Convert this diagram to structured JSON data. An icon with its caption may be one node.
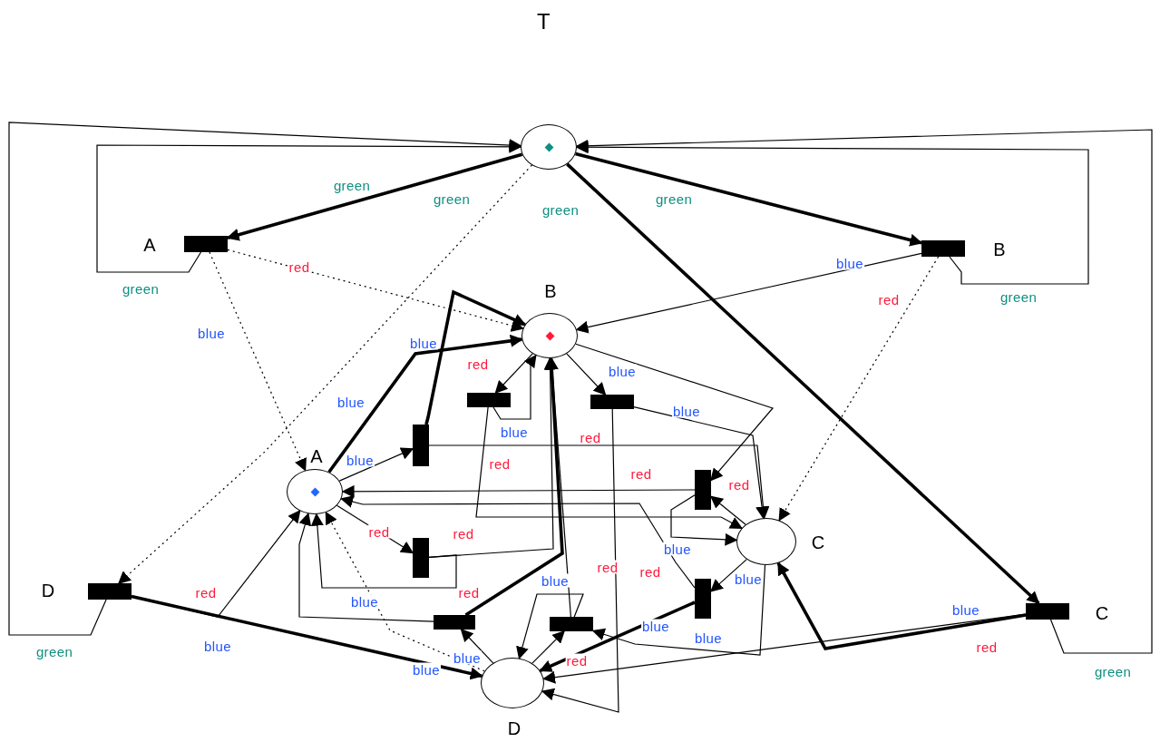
{
  "diagram": {
    "title": "T",
    "nodes": [
      {
        "text": [],
        "shape": "circle"
      },
      {
        "text": [],
        "shape": "bar",
        "beside": [
          "A"
        ]
      },
      {
        "text": [],
        "shape": "bar",
        "beside": [
          "B"
        ]
      },
      {
        "text": [],
        "shape": "circle",
        "beside": [
          "B"
        ]
      },
      {
        "text": [],
        "shape": "circle",
        "beside": [
          "A"
        ]
      },
      {
        "text": [],
        "shape": "circle",
        "beside": [
          "C"
        ]
      },
      {
        "text": [],
        "shape": "circle",
        "beside": [
          "D"
        ]
      },
      {
        "text": [],
        "shape": "bar",
        "beside": [
          "D"
        ]
      },
      {
        "text": [],
        "shape": "bar",
        "beside": [
          "C"
        ]
      },
      {
        "text": [],
        "shape": "bar"
      },
      {
        "text": [],
        "shape": "bar"
      },
      {
        "text": [],
        "shape": "bar"
      },
      {
        "text": [],
        "shape": "bar"
      },
      {
        "text": [],
        "shape": "bar"
      },
      {
        "text": [],
        "shape": "bar"
      },
      {
        "text": [],
        "shape": "bar"
      },
      {
        "text": [],
        "shape": "bar"
      }
    ],
    "edges": [
      {
        "from": 1,
        "to": 0,
        "arrow": "to",
        "label": "green"
      },
      {
        "from": 0,
        "to": 1,
        "arrow": "to",
        "label": "green",
        "style": "thick"
      },
      {
        "from": 7,
        "to": 0,
        "arrow": "to",
        "label": "green"
      },
      {
        "from": 0,
        "to": 7,
        "arrow": "to",
        "label": "green",
        "style": "dashed"
      },
      {
        "from": 0,
        "to": 8,
        "arrow": "to",
        "label": "green",
        "style": "thick"
      },
      {
        "from": 0,
        "to": 2,
        "arrow": "to",
        "label": "green",
        "style": "thick"
      },
      {
        "from": 2,
        "to": 0,
        "arrow": "to",
        "label": "green"
      },
      {
        "from": 8,
        "to": 0,
        "arrow": "to",
        "label": "green"
      },
      {
        "from": 1,
        "to": 4,
        "arrow": "to",
        "label": "blue",
        "style": "dashed"
      },
      {
        "from": 1,
        "to": 3,
        "arrow": "to",
        "label": "red",
        "style": "dashed"
      },
      {
        "from": 2,
        "to": 3,
        "arrow": "to",
        "label": "blue"
      },
      {
        "from": 2,
        "to": 5,
        "arrow": "to",
        "label": "red",
        "style": "dashed"
      },
      {
        "from": 7,
        "to": 4,
        "arrow": "to",
        "label": "red"
      },
      {
        "from": 7,
        "to": 6,
        "arrow": "to",
        "label": "blue",
        "style": "thick"
      },
      {
        "from": 8,
        "to": 5,
        "arrow": "to",
        "label": "blue",
        "style": "thick"
      },
      {
        "from": 8,
        "to": 6,
        "arrow": "to",
        "label": "red"
      },
      {
        "from": 4,
        "to": 11,
        "arrow": "to",
        "label": "blue"
      },
      {
        "from": 11,
        "to": 3,
        "arrow": "to",
        "label": "blue",
        "style": "thick"
      },
      {
        "from": 4,
        "to": 3,
        "arrow": "to",
        "label": "blue",
        "style": "thick"
      },
      {
        "from": 3,
        "to": 9,
        "arrow": "to",
        "label": "red"
      },
      {
        "from": 9,
        "to": 3,
        "arrow": "to",
        "label": "blue"
      },
      {
        "from": 3,
        "to": 10,
        "arrow": "to",
        "label": "blue"
      },
      {
        "from": 10,
        "to": 5,
        "arrow": "to",
        "label": "blue"
      },
      {
        "from": 3,
        "to": 12,
        "arrow": "to"
      },
      {
        "from": 11,
        "to": 5,
        "arrow": "to",
        "label": "red"
      },
      {
        "from": 9,
        "to": 5,
        "arrow": "to",
        "label": "red"
      },
      {
        "from": 10,
        "to": 6,
        "arrow": "to",
        "label": "red"
      },
      {
        "from": 12,
        "to": 4,
        "arrow": "to",
        "label": "red"
      },
      {
        "from": 5,
        "to": 12,
        "arrow": "to",
        "label": "red"
      },
      {
        "from": 12,
        "to": 5,
        "arrow": "to",
        "label": "blue"
      },
      {
        "from": 4,
        "to": 13,
        "arrow": "to",
        "label": "red"
      },
      {
        "from": 13,
        "to": 3,
        "arrow": "to",
        "label": "red"
      },
      {
        "from": 13,
        "to": 4,
        "arrow": "to",
        "label": "red"
      },
      {
        "from": 15,
        "to": 4,
        "arrow": "to",
        "label": "blue"
      },
      {
        "from": 6,
        "to": 15,
        "arrow": "to",
        "label": "blue"
      },
      {
        "from": 15,
        "to": 3,
        "arrow": "to",
        "style": "thick"
      },
      {
        "from": 16,
        "to": 3,
        "arrow": "to"
      },
      {
        "from": 6,
        "to": 16,
        "arrow": "to",
        "label": "red"
      },
      {
        "from": 16,
        "to": 6,
        "arrow": "to",
        "label": "blue"
      },
      {
        "from": 5,
        "to": 16,
        "arrow": "to",
        "label": "blue"
      },
      {
        "from": 5,
        "to": 14,
        "arrow": "to",
        "label": "blue"
      },
      {
        "from": 14,
        "to": 6,
        "arrow": "to",
        "label": "blue",
        "style": "thick"
      },
      {
        "from": 14,
        "to": 4,
        "arrow": "to",
        "label": "red"
      },
      {
        "from": 6,
        "to": 4,
        "arrow": "to",
        "label": "blue",
        "style": "dashed"
      }
    ]
  }
}
